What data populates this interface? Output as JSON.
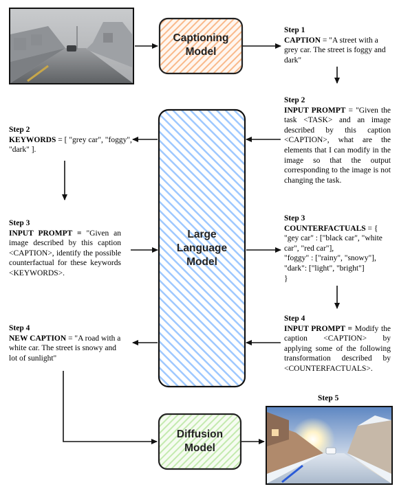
{
  "colors": {
    "captioning_stroke": "#f28f3b",
    "captioning_fill": "#f9b98a",
    "llm_stroke": "#3b82e0",
    "llm_fill": "#9ec8ff",
    "diffusion_stroke": "#4caf50",
    "diffusion_fill": "#b7e4a0",
    "arrow": "#111111"
  },
  "icons": {
    "input_photo": "foggy-street-photo",
    "output_photo": "snowy-sunny-street-photo"
  },
  "boxes": {
    "captioning": {
      "line1": "Captioning",
      "line2": "Model"
    },
    "llm": {
      "line1": "Large",
      "line2": "Language",
      "line3": "Model"
    },
    "diffusion": {
      "line1": "Diffusion",
      "line2": "Model"
    }
  },
  "steps": {
    "s1_caption": {
      "step": "Step 1",
      "key": "CAPTION",
      "text": " = \"A street with a grey car. The street is foggy and dark\""
    },
    "s2_prompt": {
      "step": "Step 2",
      "key": "INPUT PROMPT",
      "text": " = \"Given the task <TASK> and an image described by this caption <CAPTION>, what are the elements that I can modify in the image so that the output corresponding to the image is not changing the task."
    },
    "s2_keywords": {
      "step": "Step 2",
      "key": "KEYWORDS",
      "text": " = [ \"grey car\", \"foggy\", \"dark\" ]."
    },
    "s3_prompt": {
      "step": "Step 3",
      "key": "INPUT PROMPT =",
      "text": " \"Given an image described by this caption <CAPTION>, identify the possible counterfactual for these keywords <KEYWORDS>."
    },
    "s3_counterfactuals": {
      "step": "Step 3",
      "key": "COUNTERFACTUALS",
      "line1": " = {",
      "line2": "\"gey car\" : [\"black car\", \"white car\", \"red car\"],",
      "line3": "\"foggy\" : [\"rainy\", \"snowy\"],",
      "line4": "\"dark\": [\"light\", \"bright\"]",
      "line5": "}"
    },
    "s4_prompt": {
      "step": "Step 4",
      "key": "INPUT PROMPT =",
      "text": " Modify the caption <CAPTION> by applying some of the following transformation described by <COUNTERFACTUALS>."
    },
    "s4_new_caption": {
      "step": "Step 4",
      "key": "NEW CAPTION",
      "text": " = \"A road with a white car. The street is snowy and lot of  sunlight\""
    },
    "s5": {
      "step": "Step 5"
    }
  }
}
